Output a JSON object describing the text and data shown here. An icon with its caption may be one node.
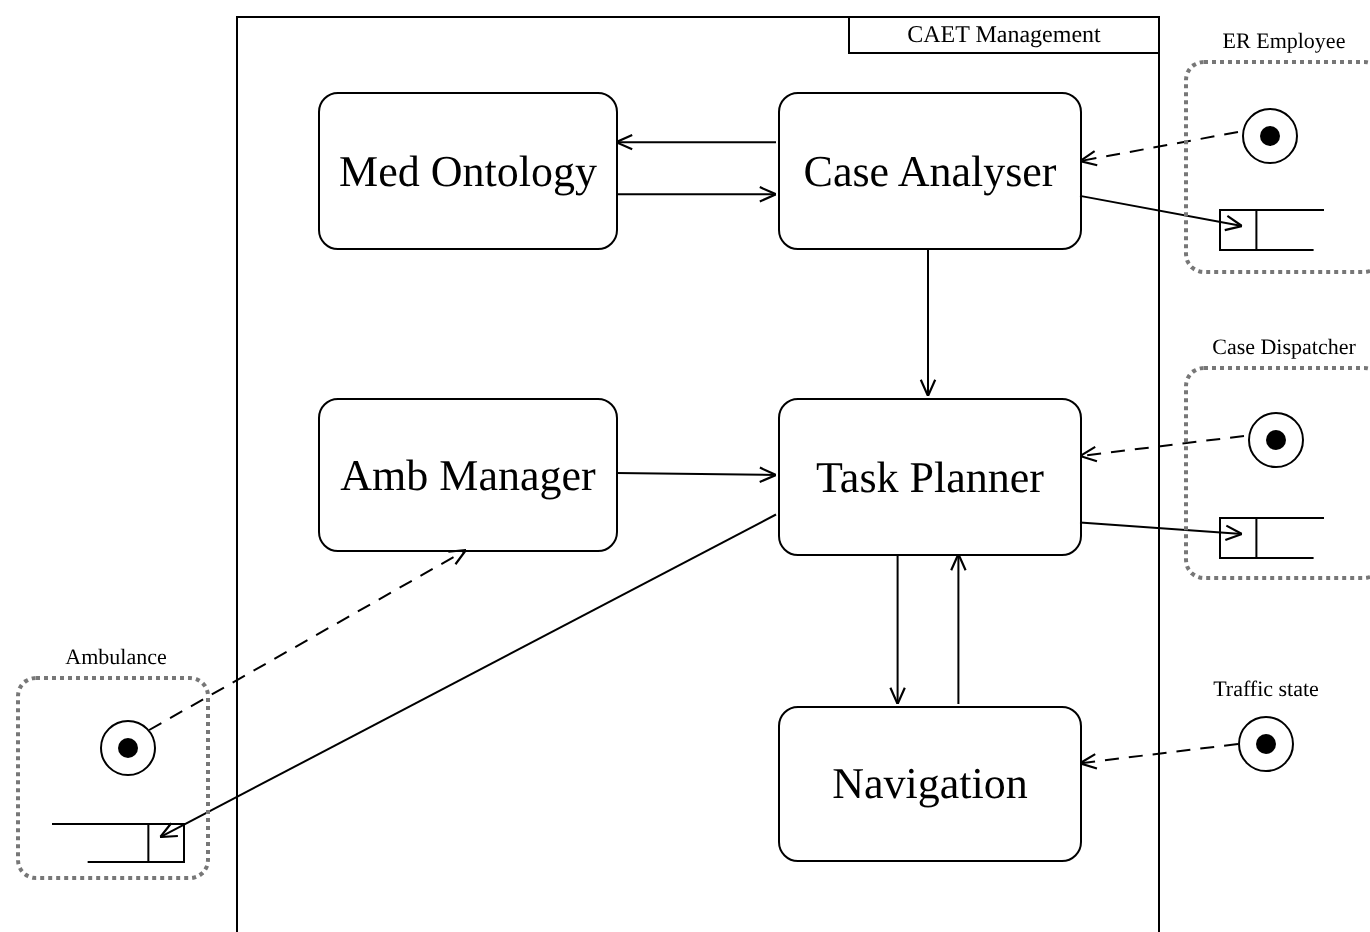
{
  "diagram": {
    "nodes": [
      {
        "text": [
          "CAET Management"
        ]
      },
      {
        "text": [
          "Med Ontology"
        ],
        "in": 0
      },
      {
        "text": [
          "Case Analyser"
        ],
        "in": 0
      },
      {
        "text": [
          "Amb Manager"
        ],
        "in": 0
      },
      {
        "text": [
          "Task Planner"
        ],
        "in": 0
      },
      {
        "text": [
          "Navigation"
        ],
        "in": 0
      },
      {
        "text": [
          "ER Employee"
        ]
      },
      {
        "text": [],
        "shape": "circle",
        "in": 6
      },
      {
        "text": [],
        "shape": "box",
        "in": 6
      },
      {
        "text": [
          "Case Dispatcher"
        ]
      },
      {
        "text": [],
        "shape": "circle",
        "in": 9
      },
      {
        "text": [],
        "shape": "box",
        "in": 9
      },
      {
        "text": [
          "Ambulance"
        ]
      },
      {
        "text": [],
        "shape": "circle",
        "in": 12
      },
      {
        "text": [],
        "shape": "box",
        "in": 12
      },
      {
        "text": [
          "Traffic state"
        ]
      }
    ],
    "edges": [
      {
        "from": 2,
        "to": 1,
        "arrow": "to"
      },
      {
        "from": 1,
        "to": 2,
        "arrow": "to"
      },
      {
        "from": 2,
        "to": 4,
        "arrow": "to"
      },
      {
        "from": 3,
        "to": 4,
        "arrow": "to"
      },
      {
        "from": 7,
        "to": 2,
        "arrow": "to",
        "style": "dashed"
      },
      {
        "from": 2,
        "to": 8,
        "arrow": "to"
      },
      {
        "from": 10,
        "to": 4,
        "arrow": "to",
        "style": "dashed"
      },
      {
        "from": 4,
        "to": 11,
        "arrow": "to"
      },
      {
        "from": 13,
        "to": 3,
        "arrow": "to",
        "style": "dashed"
      },
      {
        "from": 4,
        "to": 14,
        "arrow": "to"
      },
      {
        "from": 4,
        "to": 5,
        "arrow": "to"
      },
      {
        "from": 5,
        "to": 4,
        "arrow": "to"
      },
      {
        "from": 15,
        "to": 5,
        "arrow": "to",
        "style": "dashed"
      }
    ]
  }
}
